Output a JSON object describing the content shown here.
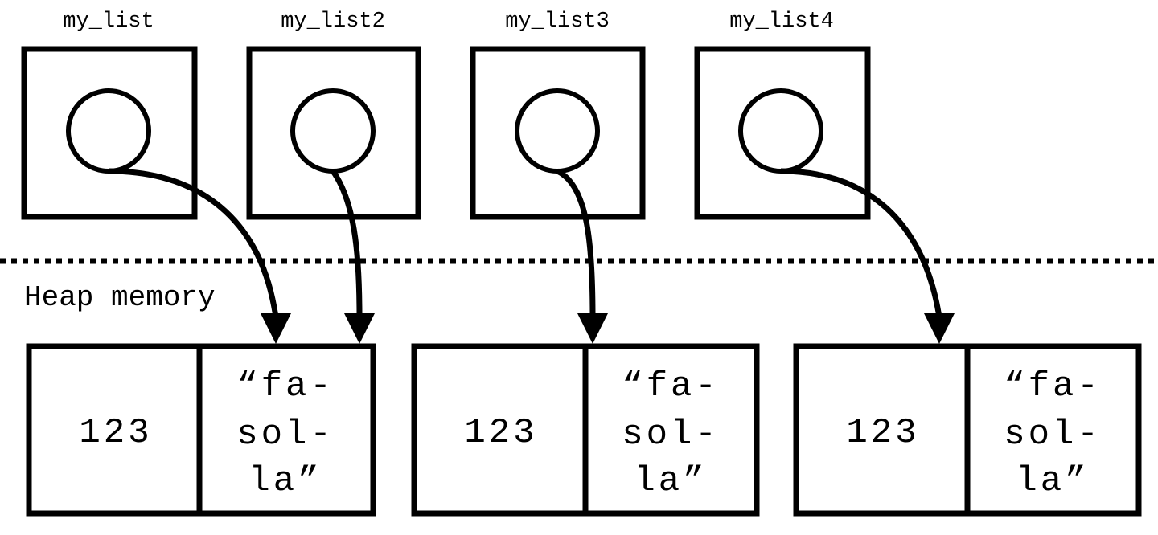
{
  "variables": [
    {
      "name": "my_list"
    },
    {
      "name": "my_list2"
    },
    {
      "name": "my_list3"
    },
    {
      "name": "my_list4"
    }
  ],
  "heap_label": "Heap memory",
  "heap_objects": [
    {
      "number": "123",
      "string_lines": [
        "“fa-",
        "sol-",
        "la”"
      ]
    },
    {
      "number": "123",
      "string_lines": [
        "“fa-",
        "sol-",
        "la”"
      ]
    },
    {
      "number": "123",
      "string_lines": [
        "“fa-",
        "sol-",
        "la”"
      ]
    }
  ],
  "references": [
    {
      "from": "my_list",
      "to_object": 0
    },
    {
      "from": "my_list2",
      "to_object": 0
    },
    {
      "from": "my_list3",
      "to_object": 1
    },
    {
      "from": "my_list4",
      "to_object": 2
    }
  ]
}
